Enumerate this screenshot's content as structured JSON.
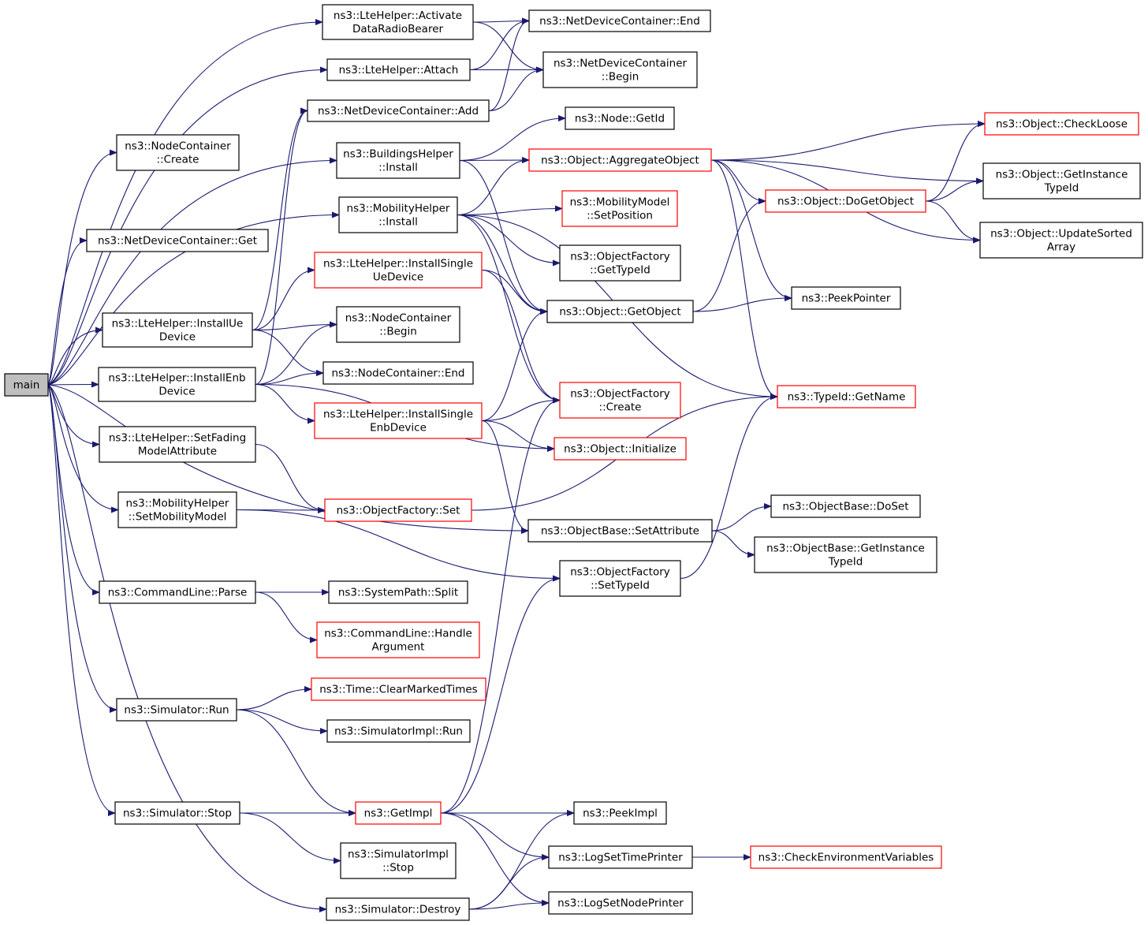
{
  "diagram": {
    "nodes": [
      {
        "id": "main",
        "lines": [
          "main"
        ],
        "style": "root"
      },
      {
        "id": "activate",
        "lines": [
          "ns3::LteHelper::Activate",
          "DataRadioBearer"
        ],
        "style": "black"
      },
      {
        "id": "attach",
        "lines": [
          "ns3::LteHelper::Attach"
        ],
        "style": "black"
      },
      {
        "id": "ndc_add",
        "lines": [
          "ns3::NetDeviceContainer::Add"
        ],
        "style": "black"
      },
      {
        "id": "ndc_end",
        "lines": [
          "ns3::NetDeviceContainer::End"
        ],
        "style": "black"
      },
      {
        "id": "ndc_begin",
        "lines": [
          "ns3::NetDeviceContainer",
          "::Begin"
        ],
        "style": "black"
      },
      {
        "id": "nc_create",
        "lines": [
          "ns3::NodeContainer",
          "::Create"
        ],
        "style": "black"
      },
      {
        "id": "bh_install",
        "lines": [
          "ns3::BuildingsHelper",
          "::Install"
        ],
        "style": "black"
      },
      {
        "id": "ndc_get",
        "lines": [
          "ns3::NetDeviceContainer::Get"
        ],
        "style": "black"
      },
      {
        "id": "mh_install",
        "lines": [
          "ns3::MobilityHelper",
          "::Install"
        ],
        "style": "black"
      },
      {
        "id": "install_single_ue",
        "lines": [
          "ns3::LteHelper::InstallSingle",
          "UeDevice"
        ],
        "style": "red"
      },
      {
        "id": "install_ue",
        "lines": [
          "ns3::LteHelper::InstallUe",
          "Device"
        ],
        "style": "black"
      },
      {
        "id": "nc_begin",
        "lines": [
          "ns3::NodeContainer",
          "::Begin"
        ],
        "style": "black"
      },
      {
        "id": "nc_end",
        "lines": [
          "ns3::NodeContainer::End"
        ],
        "style": "black"
      },
      {
        "id": "install_enb",
        "lines": [
          "ns3::LteHelper::InstallEnb",
          "Device"
        ],
        "style": "black"
      },
      {
        "id": "install_single_enb",
        "lines": [
          "ns3::LteHelper::InstallSingle",
          "EnbDevice"
        ],
        "style": "red"
      },
      {
        "id": "set_fading",
        "lines": [
          "ns3::LteHelper::SetFading",
          "ModelAttribute"
        ],
        "style": "black"
      },
      {
        "id": "set_mobility",
        "lines": [
          "ns3::MobilityHelper",
          "::SetMobilityModel"
        ],
        "style": "black"
      },
      {
        "id": "of_set",
        "lines": [
          "ns3::ObjectFactory::Set"
        ],
        "style": "red"
      },
      {
        "id": "cl_parse",
        "lines": [
          "ns3::CommandLine::Parse"
        ],
        "style": "black"
      },
      {
        "id": "sp_split",
        "lines": [
          "ns3::SystemPath::Split"
        ],
        "style": "black"
      },
      {
        "id": "cl_handle",
        "lines": [
          "ns3::CommandLine::Handle",
          "Argument"
        ],
        "style": "red"
      },
      {
        "id": "sim_run",
        "lines": [
          "ns3::Simulator::Run"
        ],
        "style": "black"
      },
      {
        "id": "time_clear",
        "lines": [
          "ns3::Time::ClearMarkedTimes"
        ],
        "style": "red"
      },
      {
        "id": "simimpl_run",
        "lines": [
          "ns3::SimulatorImpl::Run"
        ],
        "style": "black"
      },
      {
        "id": "sim_stop",
        "lines": [
          "ns3::Simulator::Stop"
        ],
        "style": "black"
      },
      {
        "id": "get_impl",
        "lines": [
          "ns3::GetImpl"
        ],
        "style": "red"
      },
      {
        "id": "simimpl_stop",
        "lines": [
          "ns3::SimulatorImpl",
          "::Stop"
        ],
        "style": "black"
      },
      {
        "id": "sim_destroy",
        "lines": [
          "ns3::Simulator::Destroy"
        ],
        "style": "black"
      },
      {
        "id": "node_getid",
        "lines": [
          "ns3::Node::GetId"
        ],
        "style": "black"
      },
      {
        "id": "obj_aggregate",
        "lines": [
          "ns3::Object::AggregateObject"
        ],
        "style": "red"
      },
      {
        "id": "mm_setpos",
        "lines": [
          "ns3::MobilityModel",
          "::SetPosition"
        ],
        "style": "red"
      },
      {
        "id": "of_gettypeid",
        "lines": [
          "ns3::ObjectFactory",
          "::GetTypeId"
        ],
        "style": "black"
      },
      {
        "id": "obj_getobject",
        "lines": [
          "ns3::Object::GetObject"
        ],
        "style": "black"
      },
      {
        "id": "of_create",
        "lines": [
          "ns3::ObjectFactory",
          "::Create"
        ],
        "style": "red"
      },
      {
        "id": "obj_init",
        "lines": [
          "ns3::Object::Initialize"
        ],
        "style": "red"
      },
      {
        "id": "ob_setattr",
        "lines": [
          "ns3::ObjectBase::SetAttribute"
        ],
        "style": "black"
      },
      {
        "id": "of_settypeid",
        "lines": [
          "ns3::ObjectFactory",
          "::SetTypeId"
        ],
        "style": "black"
      },
      {
        "id": "peek_impl",
        "lines": [
          "ns3::PeekImpl"
        ],
        "style": "black"
      },
      {
        "id": "log_time",
        "lines": [
          "ns3::LogSetTimePrinter"
        ],
        "style": "black"
      },
      {
        "id": "log_node",
        "lines": [
          "ns3::LogSetNodePrinter"
        ],
        "style": "black"
      },
      {
        "id": "obj_checkloose",
        "lines": [
          "ns3::Object::CheckLoose"
        ],
        "style": "red"
      },
      {
        "id": "obj_getinst",
        "lines": [
          "ns3::Object::GetInstance",
          "TypeId"
        ],
        "style": "black"
      },
      {
        "id": "obj_dogetobject",
        "lines": [
          "ns3::Object::DoGetObject"
        ],
        "style": "red"
      },
      {
        "id": "obj_updatesorted",
        "lines": [
          "ns3::Object::UpdateSorted",
          "Array"
        ],
        "style": "black"
      },
      {
        "id": "peek_pointer",
        "lines": [
          "ns3::PeekPointer"
        ],
        "style": "black"
      },
      {
        "id": "typeid_getname",
        "lines": [
          "ns3::TypeId::GetName"
        ],
        "style": "red"
      },
      {
        "id": "ob_doset",
        "lines": [
          "ns3::ObjectBase::DoSet"
        ],
        "style": "black"
      },
      {
        "id": "ob_getinst",
        "lines": [
          "ns3::ObjectBase::GetInstance",
          "TypeId"
        ],
        "style": "black"
      },
      {
        "id": "check_env",
        "lines": [
          "ns3::CheckEnvironmentVariables"
        ],
        "style": "red"
      }
    ],
    "edges": [
      [
        "main",
        "activate"
      ],
      [
        "main",
        "attach"
      ],
      [
        "main",
        "nc_create"
      ],
      [
        "main",
        "bh_install"
      ],
      [
        "main",
        "ndc_get"
      ],
      [
        "main",
        "mh_install"
      ],
      [
        "main",
        "install_ue"
      ],
      [
        "main",
        "install_enb"
      ],
      [
        "main",
        "set_fading"
      ],
      [
        "main",
        "set_mobility"
      ],
      [
        "main",
        "cl_parse"
      ],
      [
        "main",
        "sim_run"
      ],
      [
        "main",
        "sim_stop"
      ],
      [
        "main",
        "sim_destroy"
      ],
      [
        "main",
        "ob_setattr"
      ],
      [
        "activate",
        "ndc_end"
      ],
      [
        "activate",
        "ndc_begin"
      ],
      [
        "attach",
        "ndc_end"
      ],
      [
        "attach",
        "ndc_begin"
      ],
      [
        "ndc_add",
        "ndc_end"
      ],
      [
        "ndc_add",
        "ndc_begin"
      ],
      [
        "bh_install",
        "node_getid"
      ],
      [
        "bh_install",
        "obj_aggregate"
      ],
      [
        "bh_install",
        "obj_getobject"
      ],
      [
        "mh_install",
        "obj_aggregate"
      ],
      [
        "mh_install",
        "mm_setpos"
      ],
      [
        "mh_install",
        "of_gettypeid"
      ],
      [
        "mh_install",
        "obj_getobject"
      ],
      [
        "mh_install",
        "of_create"
      ],
      [
        "mh_install",
        "typeid_getname"
      ],
      [
        "install_ue",
        "ndc_add"
      ],
      [
        "install_ue",
        "install_single_ue"
      ],
      [
        "install_ue",
        "nc_begin"
      ],
      [
        "install_ue",
        "nc_end"
      ],
      [
        "install_single_ue",
        "obj_getobject"
      ],
      [
        "install_single_ue",
        "of_create"
      ],
      [
        "install_enb",
        "ndc_add"
      ],
      [
        "install_enb",
        "nc_begin"
      ],
      [
        "install_enb",
        "nc_end"
      ],
      [
        "install_enb",
        "install_single_enb"
      ],
      [
        "install_enb",
        "obj_init"
      ],
      [
        "install_single_enb",
        "obj_getobject"
      ],
      [
        "install_single_enb",
        "of_create"
      ],
      [
        "install_single_enb",
        "obj_init"
      ],
      [
        "install_single_enb",
        "ob_setattr"
      ],
      [
        "set_fading",
        "of_set"
      ],
      [
        "set_mobility",
        "of_set"
      ],
      [
        "set_mobility",
        "of_settypeid"
      ],
      [
        "of_set",
        "typeid_getname"
      ],
      [
        "cl_parse",
        "sp_split"
      ],
      [
        "cl_parse",
        "cl_handle"
      ],
      [
        "sim_run",
        "time_clear"
      ],
      [
        "sim_run",
        "simimpl_run"
      ],
      [
        "sim_run",
        "get_impl"
      ],
      [
        "sim_stop",
        "get_impl"
      ],
      [
        "sim_stop",
        "simimpl_stop"
      ],
      [
        "sim_destroy",
        "peek_impl"
      ],
      [
        "sim_destroy",
        "log_time"
      ],
      [
        "sim_destroy",
        "log_node"
      ],
      [
        "get_impl",
        "of_create"
      ],
      [
        "get_impl",
        "of_settypeid"
      ],
      [
        "get_impl",
        "peek_impl"
      ],
      [
        "get_impl",
        "log_time"
      ],
      [
        "get_impl",
        "log_node"
      ],
      [
        "obj_aggregate",
        "obj_checkloose"
      ],
      [
        "obj_aggregate",
        "obj_getinst"
      ],
      [
        "obj_aggregate",
        "obj_dogetobject"
      ],
      [
        "obj_aggregate",
        "obj_updatesorted"
      ],
      [
        "obj_aggregate",
        "peek_pointer"
      ],
      [
        "obj_aggregate",
        "typeid_getname"
      ],
      [
        "obj_dogetobject",
        "obj_checkloose"
      ],
      [
        "obj_dogetobject",
        "obj_getinst"
      ],
      [
        "obj_dogetobject",
        "obj_updatesorted"
      ],
      [
        "obj_getobject",
        "obj_dogetobject"
      ],
      [
        "obj_getobject",
        "peek_pointer"
      ],
      [
        "ob_setattr",
        "ob_doset"
      ],
      [
        "ob_setattr",
        "ob_getinst"
      ],
      [
        "of_settypeid",
        "typeid_getname"
      ],
      [
        "log_time",
        "check_env"
      ]
    ]
  }
}
